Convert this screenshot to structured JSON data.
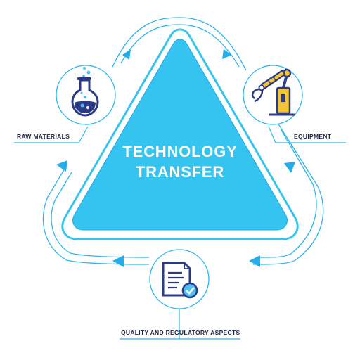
{
  "diagram": {
    "title_line1": "TECHNOLOGY",
    "title_line2": "TRANSFER",
    "nodes": [
      {
        "id": "raw-materials",
        "label": "RAW MATERIALS",
        "icon": "flask-icon"
      },
      {
        "id": "equipment",
        "label": "EQUIPMENT",
        "icon": "robotic-arm-icon"
      },
      {
        "id": "quality",
        "label": "QUALITY AND REGULATORY ASPECTS",
        "icon": "document-check-icon"
      }
    ]
  },
  "colors": {
    "triangle_fill": "#35c4f0",
    "triangle_border": "#17a9e6",
    "cycle_line": "#2bb6ee",
    "arrow": "#22aeea",
    "icon_navy": "#2a3a86",
    "icon_yellow": "#f5c432",
    "label_text": "#1f2447",
    "white": "#ffffff"
  }
}
